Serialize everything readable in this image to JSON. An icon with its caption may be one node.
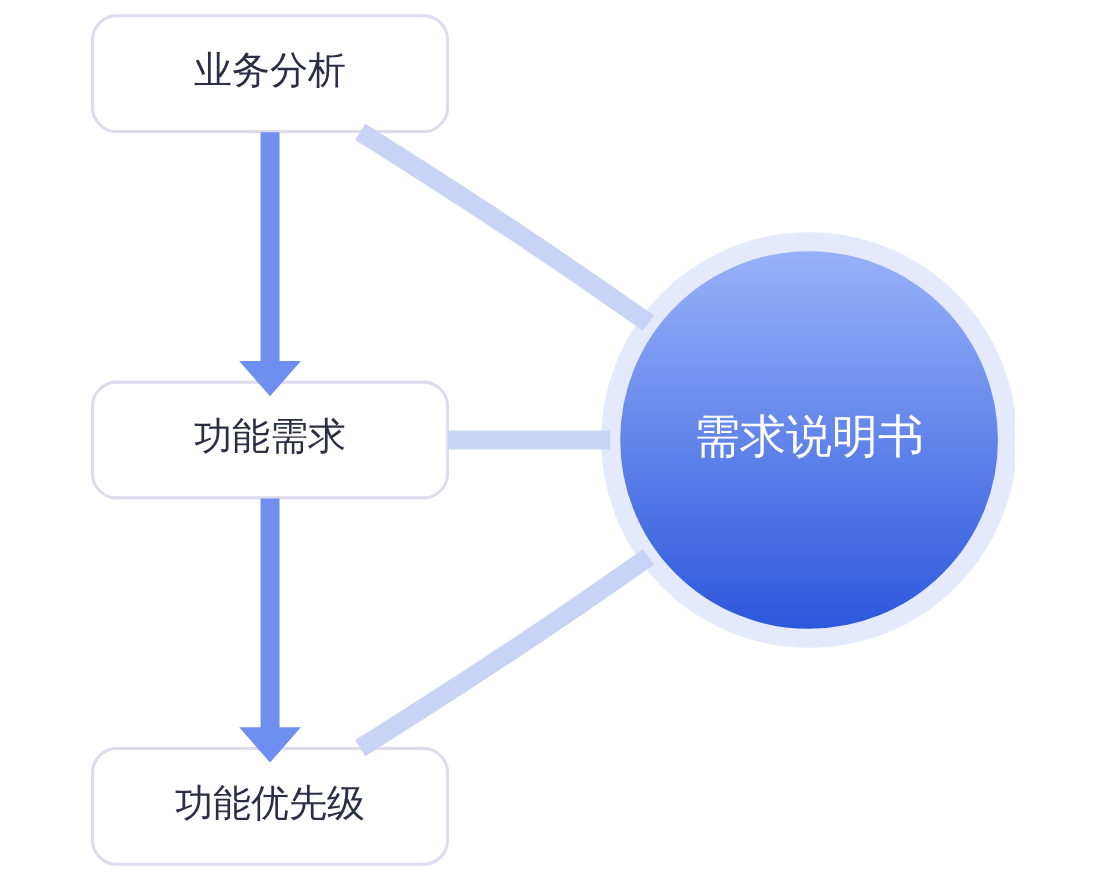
{
  "diagram": {
    "nodes": [
      {
        "text": [
          "业务分析"
        ]
      },
      {
        "text": [
          "功能需求"
        ]
      },
      {
        "text": [
          "功能优先级"
        ]
      },
      {
        "text": [
          "需求说明书"
        ]
      }
    ],
    "edges": [
      {
        "from": 0,
        "to": 1,
        "arrow": "to",
        "color": "#6f8ff0"
      },
      {
        "from": 1,
        "to": 2,
        "arrow": "to",
        "color": "#6f8ff0"
      },
      {
        "from": 0,
        "to": 3,
        "arrow": "none"
      },
      {
        "from": 1,
        "to": 3,
        "arrow": "none"
      },
      {
        "from": 2,
        "to": 3,
        "arrow": "none"
      }
    ]
  }
}
